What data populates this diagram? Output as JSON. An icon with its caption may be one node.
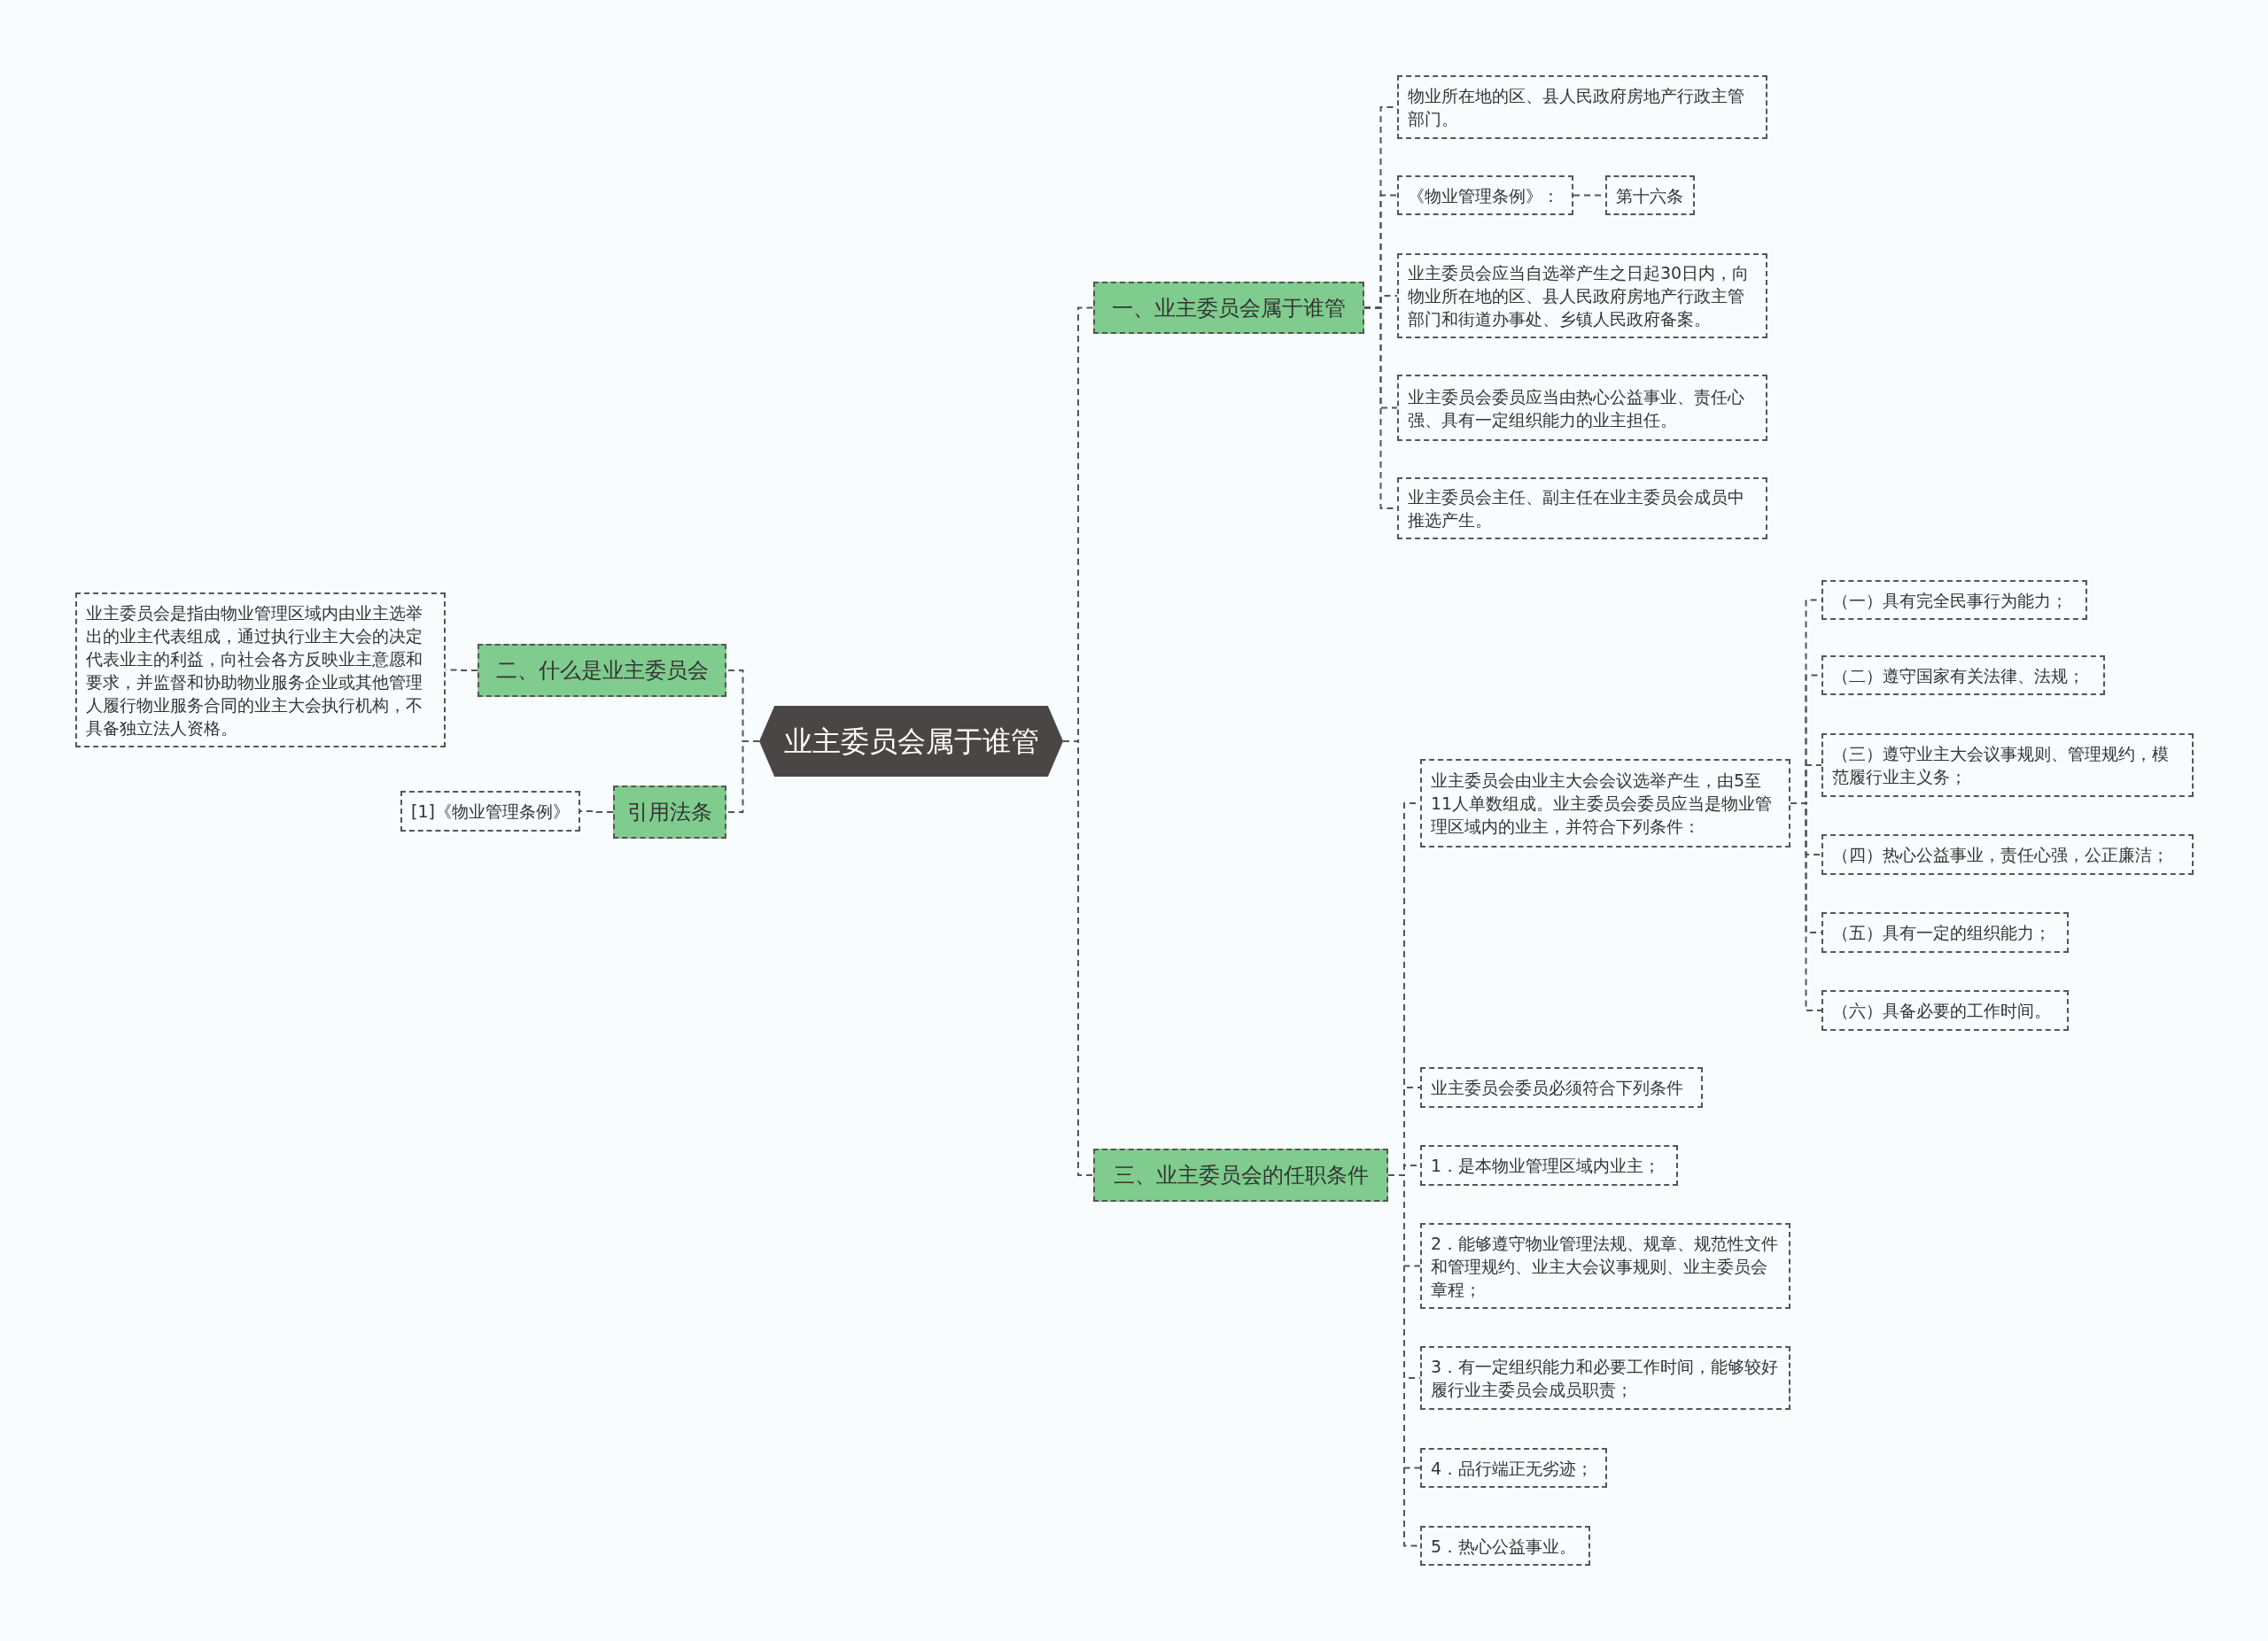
{
  "diagram": {
    "nodes": [
      {
        "text": [
          "业主委员会属于谁管"
        ]
      },
      {
        "text": [
          "一、业主委员会属于谁管"
        ]
      },
      {
        "text": [
          "物业所在地的区、县人民政府房地产行政主管部门。"
        ]
      },
      {
        "text": [
          "《物业管理条例》："
        ]
      },
      {
        "text": [
          "第十六条"
        ]
      },
      {
        "text": [
          "业主委员会应当自选举产生之日起30日内，向物业所在地的区、县人民政府房地产行政主管部门和街道办事处、乡镇人民政府备案。"
        ]
      },
      {
        "text": [
          "业主委员会委员应当由热心公益事业、责任心强、具有一定组织能力的业主担任。"
        ]
      },
      {
        "text": [
          "业主委员会主任、副主任在业主委员会成员中推选产生。"
        ]
      },
      {
        "text": [
          "三、业主委员会的任职条件"
        ]
      },
      {
        "text": [
          "业主委员会由业主大会会议选举产生，由5至11人单数组成。业主委员会委员应当是物业管理区域内的业主，并符合下列条件："
        ]
      },
      {
        "text": [
          "（一）具有完全民事行为能力；"
        ]
      },
      {
        "text": [
          "（二）遵守国家有关法律、法规；"
        ]
      },
      {
        "text": [
          "（三）遵守业主大会议事规则、管理规约，模范履行业主义务；"
        ]
      },
      {
        "text": [
          "（四）热心公益事业，责任心强，公正廉洁；"
        ]
      },
      {
        "text": [
          "（五）具有一定的组织能力；"
        ]
      },
      {
        "text": [
          "（六）具备必要的工作时间。"
        ]
      },
      {
        "text": [
          "业主委员会委员必须符合下列条件"
        ]
      },
      {
        "text": [
          "1．是本物业管理区域内业主；"
        ]
      },
      {
        "text": [
          "2．能够遵守物业管理法规、规章、规范性文件和管理规约、业主大会议事规则、业主委员会章程；"
        ]
      },
      {
        "text": [
          "3．有一定组织能力和必要工作时间，能够较好履行业主委员会成员职责；"
        ]
      },
      {
        "text": [
          "4．品行端正无劣迹；"
        ]
      },
      {
        "text": [
          "5．热心公益事业。"
        ]
      },
      {
        "text": [
          "二、什么是业主委员会"
        ]
      },
      {
        "text": [
          "业主委员会是指由物业管理区域内由业主选举出的业主代表组成，通过执行业主大会的决定代表业主的利益，向社会各方反映业主意愿和要求，并监督和协助物业服务企业或其他管理人履行物业服务合同的业主大会执行机构，不具备独立法人资格。"
        ]
      },
      {
        "text": [
          "引用法条"
        ]
      },
      {
        "text": [
          "[1]《物业管理条例》"
        ]
      }
    ],
    "edges": [
      {
        "from": 0,
        "to": 1,
        "arrow": "none"
      },
      {
        "from": 1,
        "to": 2,
        "arrow": "none"
      },
      {
        "from": 1,
        "to": 3,
        "arrow": "none"
      },
      {
        "from": 3,
        "to": 4,
        "arrow": "none"
      },
      {
        "from": 1,
        "to": 5,
        "arrow": "none"
      },
      {
        "from": 1,
        "to": 6,
        "arrow": "none"
      },
      {
        "from": 1,
        "to": 7,
        "arrow": "none"
      },
      {
        "from": 0,
        "to": 8,
        "arrow": "none"
      },
      {
        "from": 8,
        "to": 9,
        "arrow": "none"
      },
      {
        "from": 9,
        "to": 10,
        "arrow": "none"
      },
      {
        "from": 9,
        "to": 11,
        "arrow": "none"
      },
      {
        "from": 9,
        "to": 12,
        "arrow": "none"
      },
      {
        "from": 9,
        "to": 13,
        "arrow": "none"
      },
      {
        "from": 9,
        "to": 14,
        "arrow": "none"
      },
      {
        "from": 9,
        "to": 15,
        "arrow": "none"
      },
      {
        "from": 8,
        "to": 16,
        "arrow": "none"
      },
      {
        "from": 8,
        "to": 17,
        "arrow": "none"
      },
      {
        "from": 8,
        "to": 18,
        "arrow": "none"
      },
      {
        "from": 8,
        "to": 19,
        "arrow": "none"
      },
      {
        "from": 8,
        "to": 20,
        "arrow": "none"
      },
      {
        "from": 8,
        "to": 21,
        "arrow": "none"
      },
      {
        "from": 0,
        "to": 22,
        "arrow": "none"
      },
      {
        "from": 22,
        "to": 23,
        "arrow": "none"
      },
      {
        "from": 0,
        "to": 24,
        "arrow": "none"
      },
      {
        "from": 24,
        "to": 25,
        "arrow": "none"
      }
    ]
  }
}
